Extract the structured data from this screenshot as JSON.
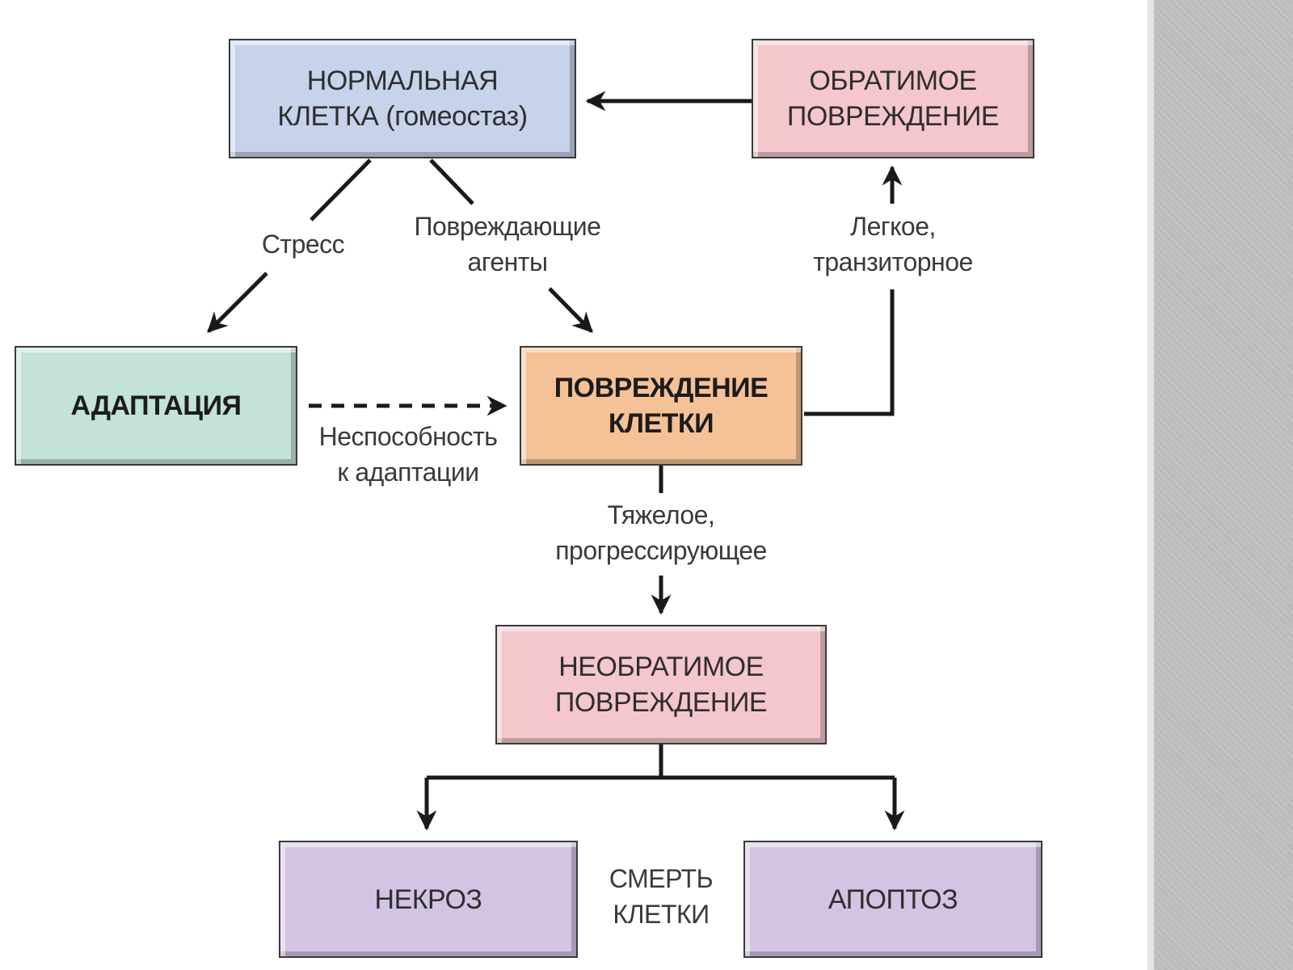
{
  "boxes": {
    "normal_cell": "НОРМАЛЬНАЯ\nКЛЕТКА (гомеостаз)",
    "reversible_injury": "ОБРАТИМОЕ\nПОВРЕЖДЕНИЕ",
    "adaptation": "АДАПТАЦИЯ",
    "cell_injury": "ПОВРЕЖДЕНИЕ\nКЛЕТКИ",
    "irreversible_injury": "НЕОБРАТИМОЕ\nПОВРЕЖДЕНИЕ",
    "necrosis": "НЕКРОЗ",
    "apoptosis": "АПОПТОЗ"
  },
  "labels": {
    "stress": "Стресс",
    "damaging_agents": "Повреждающие\nагенты",
    "mild_transient": "Легкое,\nтранзиторное",
    "inability_to_adapt": "Неспособность\nк адаптации",
    "severe_progressive": "Тяжелое,\nпрогрессирующее",
    "cell_death": "СМЕРТЬ\nКЛЕТКИ"
  },
  "colors": {
    "normal_cell": "#c6d3ea",
    "reversible_injury": "#f4c7cd",
    "adaptation": "#c3e2d8",
    "cell_injury": "#f5c196",
    "irreversible_injury": "#f4c7cd",
    "death_boxes": "#d4c4e3",
    "arrows": "#1a1a1a"
  }
}
